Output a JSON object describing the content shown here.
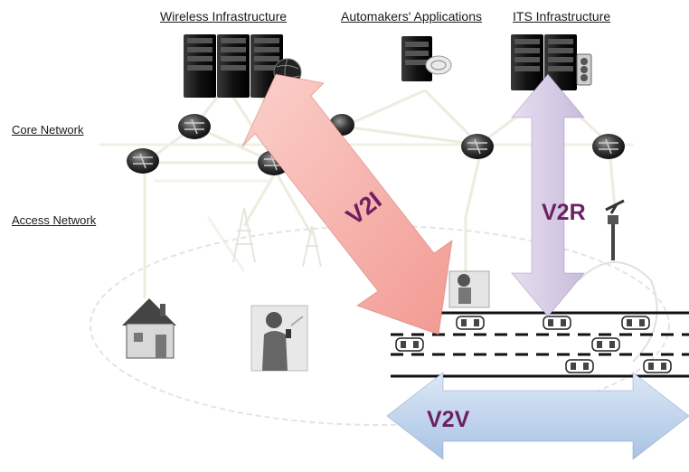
{
  "labels": {
    "wireless_infrastructure": "Wireless Infrastructure",
    "automakers_applications": "Automakers' Applications",
    "its_infrastructure": "ITS Infrastructure",
    "core_network": "Core Network",
    "access_network": "Access Network"
  },
  "arrows": {
    "v2i": "V2I",
    "v2r": "V2R",
    "v2v": "V2V"
  },
  "colors": {
    "v2i_fill": "#f6b1ab",
    "v2r_fill": "#d6cce4",
    "v2v_fill": "#c3d6ee",
    "arrow_text": "#6d1f63",
    "link_line": "#e9e9dd",
    "road": "#111111"
  },
  "icons": [
    "server-rack-icon",
    "globe-icon",
    "car-logo-icon",
    "traffic-light-icon",
    "router-icon",
    "cell-tower-icon",
    "house-icon",
    "person-phone-icon",
    "roadside-camera-icon",
    "roadside-unit-icon",
    "car-icon"
  ]
}
